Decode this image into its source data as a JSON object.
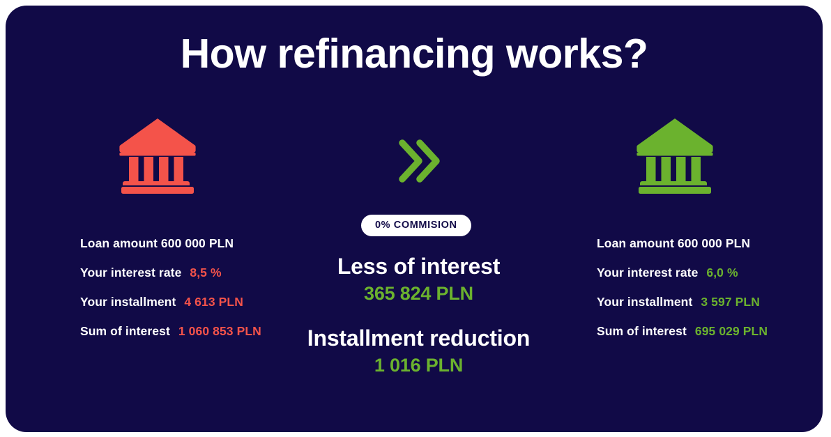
{
  "theme": {
    "background": "#110A47",
    "page_background": "#ffffff",
    "text": "#ffffff",
    "accent_red": "#F4534A",
    "accent_green": "#6BB22E",
    "badge_background": "#ffffff",
    "badge_text": "#120B48"
  },
  "header": {
    "title": "How refinancing works?"
  },
  "before": {
    "icon": "bank-icon",
    "icon_color": "#F4534A",
    "stats": [
      {
        "label": "Loan amount 600 000 PLN",
        "value": "",
        "value_color": "#ffffff"
      },
      {
        "label": "Your interest rate",
        "value": "8,5 %",
        "value_color": "#F4534A"
      },
      {
        "label": "Your installment",
        "value": "4 613 PLN",
        "value_color": "#F4534A"
      },
      {
        "label": "Sum of interest",
        "value": "1 060 853 PLN",
        "value_color": "#F4534A"
      }
    ]
  },
  "middle": {
    "icon": "double-chevron-right-icon",
    "icon_color": "#6BB22E",
    "badge": "0% COMMISION",
    "blocks": [
      {
        "heading": "Less of interest",
        "value": "365 824 PLN"
      },
      {
        "heading": "Installment reduction",
        "value": "1 016 PLN"
      }
    ]
  },
  "after": {
    "icon": "bank-icon",
    "icon_color": "#6BB22E",
    "stats": [
      {
        "label": "Loan amount 600 000 PLN",
        "value": "",
        "value_color": "#ffffff"
      },
      {
        "label": "Your interest rate",
        "value": "6,0 %",
        "value_color": "#6BB22E"
      },
      {
        "label": "Your installment",
        "value": "3 597 PLN",
        "value_color": "#6BB22E"
      },
      {
        "label": "Sum of interest",
        "value": "695 029 PLN",
        "value_color": "#6BB22E"
      }
    ]
  }
}
